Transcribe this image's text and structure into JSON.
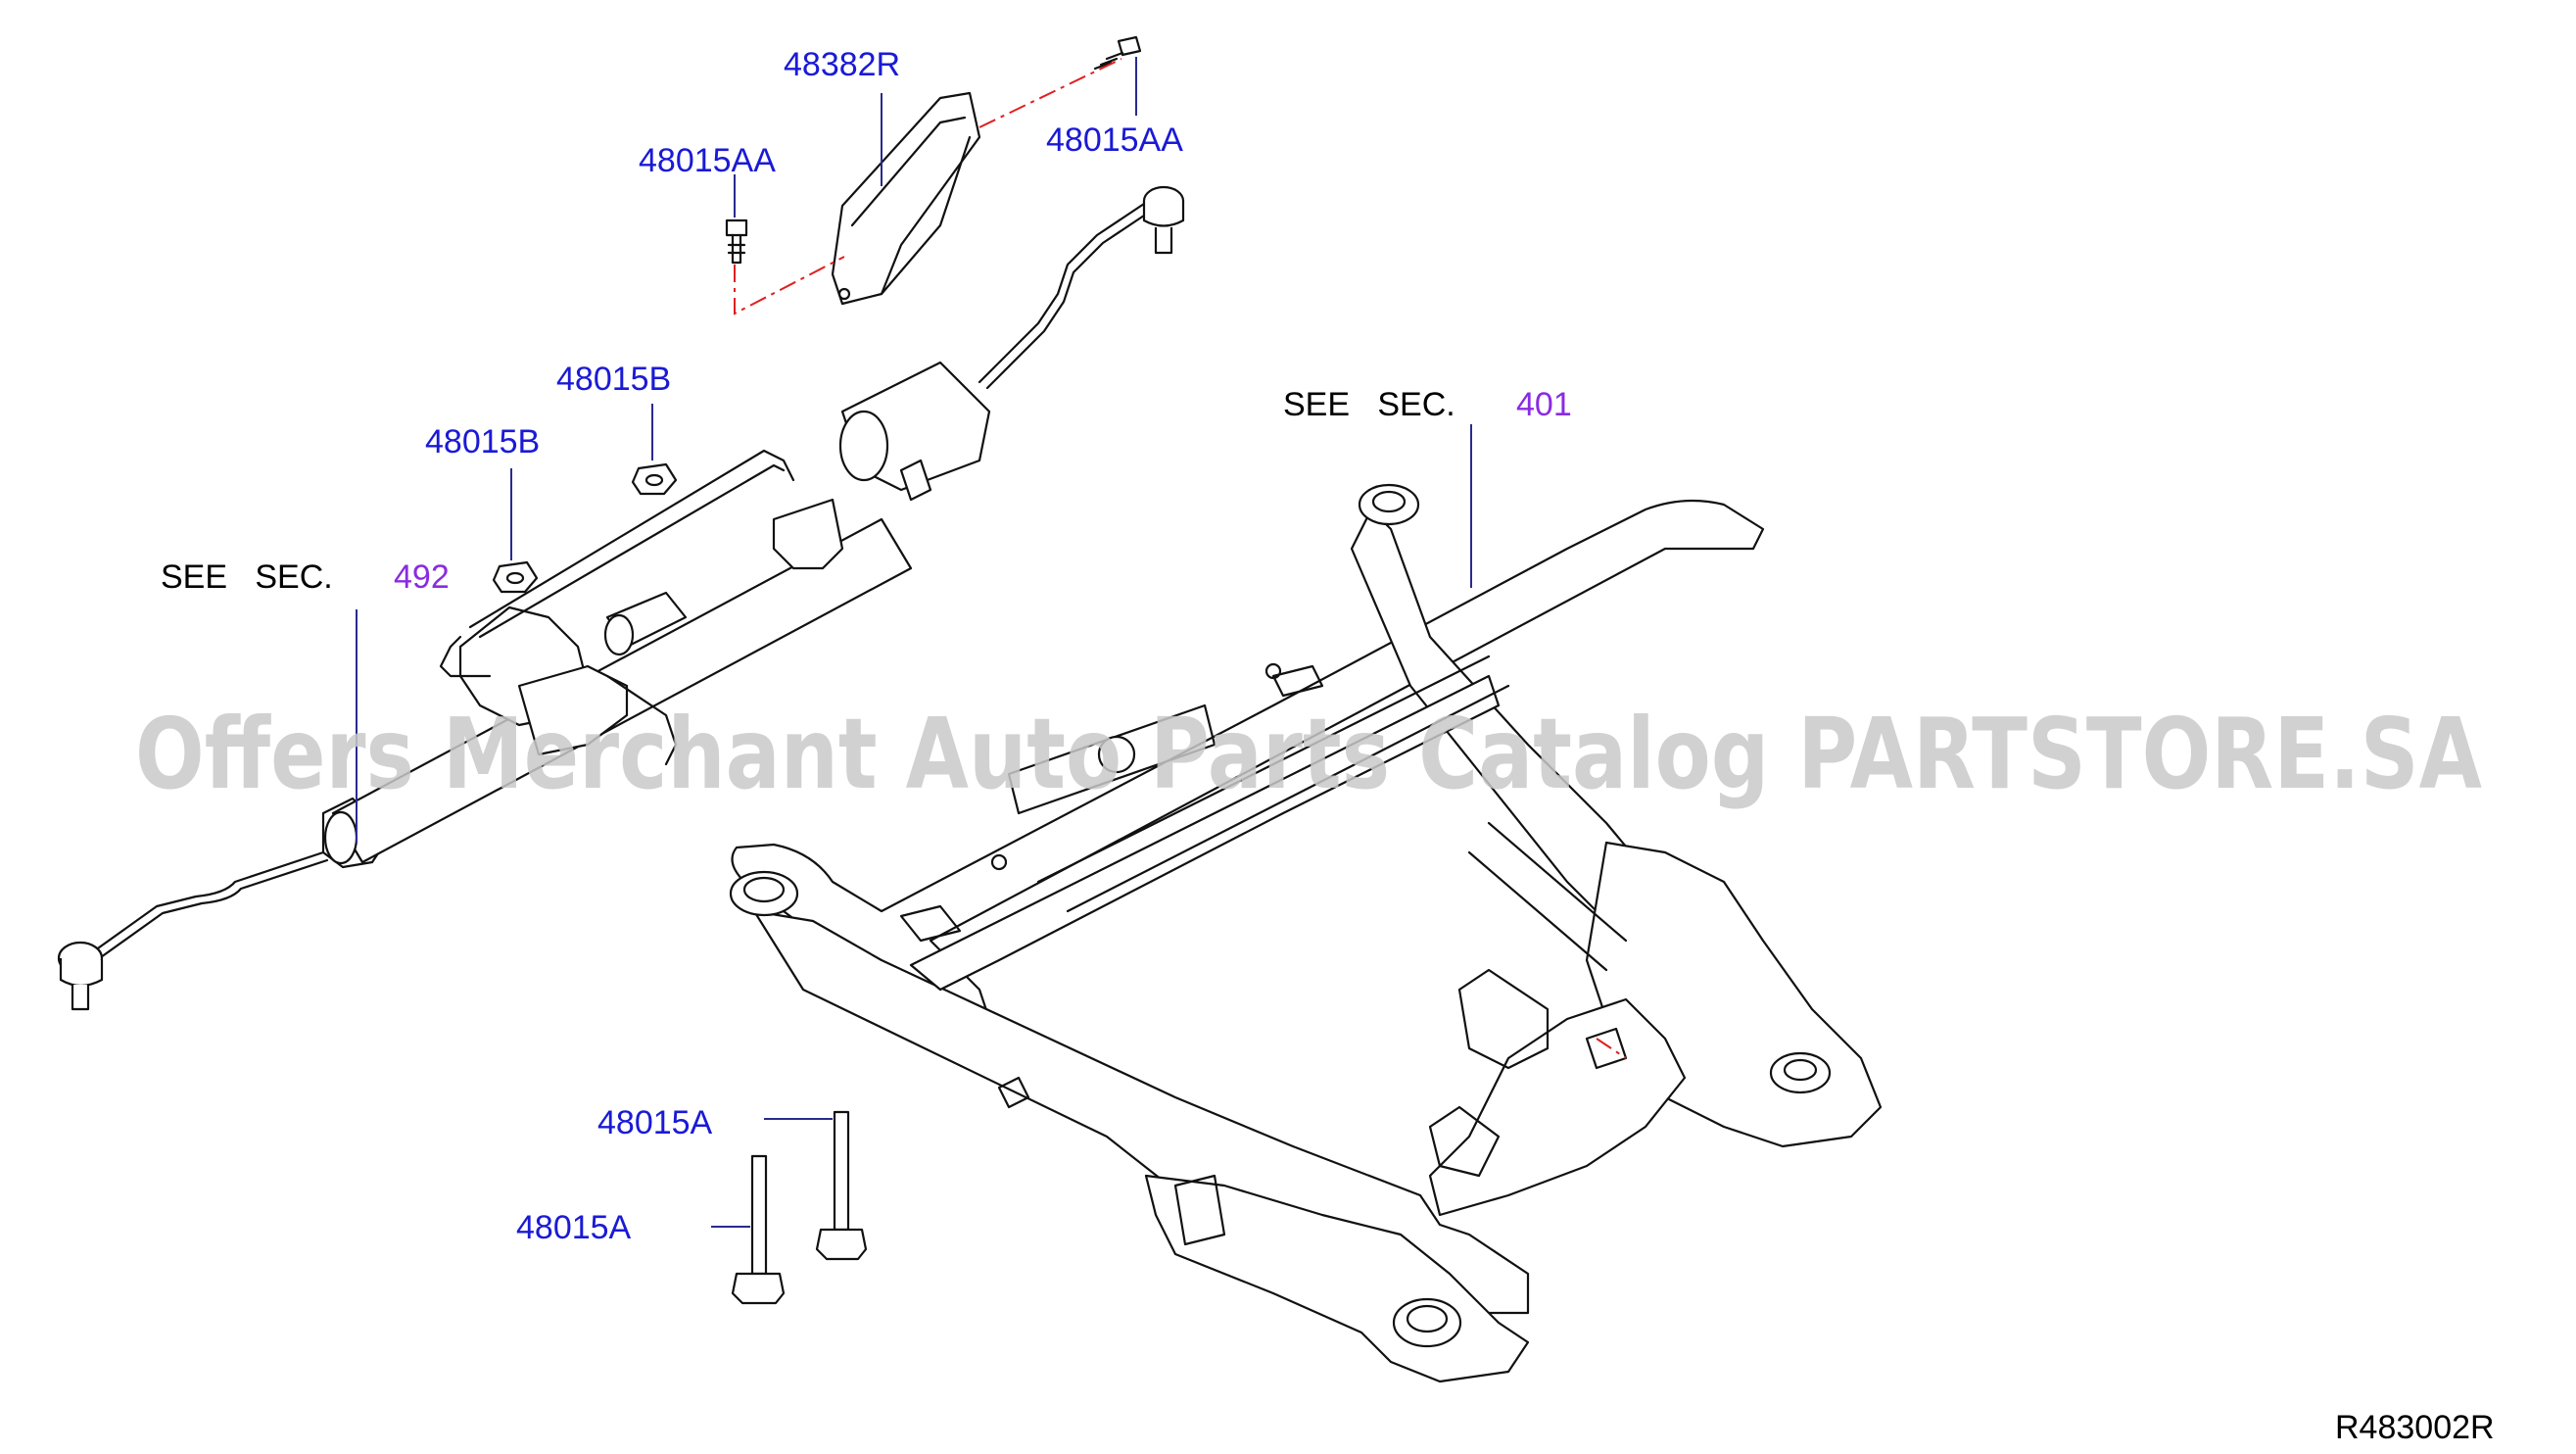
{
  "labels": {
    "bracket_48382R": "48382R",
    "bolt_48015AA_left": "48015AA",
    "bolt_48015AA_right": "48015AA",
    "nut_48015B_upper": "48015B",
    "nut_48015B_lower": "48015B",
    "bolt_48015A_upper": "48015A",
    "bolt_48015A_lower": "48015A"
  },
  "section_refs": {
    "see_sec_left": {
      "text": "SEE   SEC.",
      "number": "492"
    },
    "see_sec_right": {
      "text": "SEE   SEC.",
      "number": "401"
    }
  },
  "watermark": "Offers Merchant Auto Parts Catalog PARTSTORE.SA",
  "diagram_code": "R483002R",
  "colors": {
    "callout": "#1a1ad6",
    "section_number": "#8a2be2",
    "dash_line": "#e02020",
    "watermark": "#c9c9c9"
  }
}
